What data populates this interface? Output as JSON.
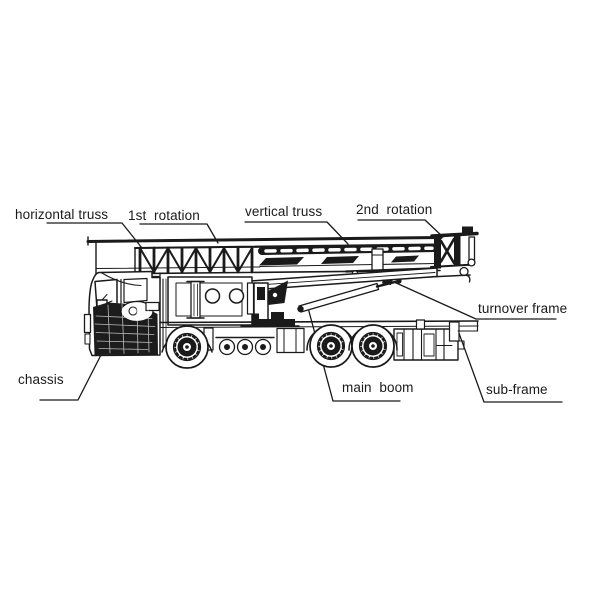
{
  "labels": {
    "horizontal_truss": "horizontal truss",
    "first_rotation": "1st  rotation",
    "vertical_truss": "vertical truss",
    "second_rotation": "2nd  rotation",
    "turnover_frame": "turnover frame",
    "chassis": "chassis",
    "main_boom": "main  boom",
    "sub_frame": "sub-frame"
  },
  "colors": {
    "line": "#1a1a1a",
    "background": "#ffffff",
    "text": "#1a1a1a"
  }
}
